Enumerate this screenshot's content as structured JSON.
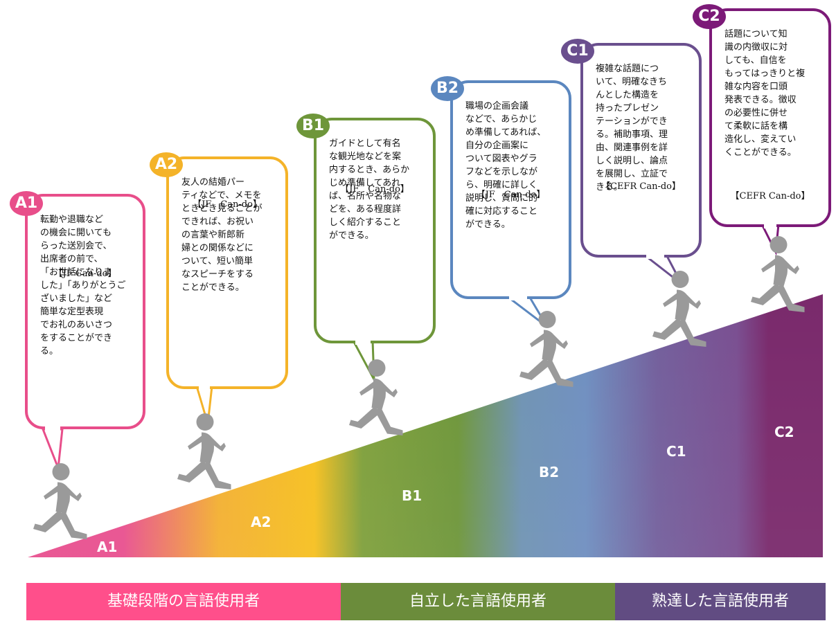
{
  "colors": {
    "A1": "#e84e8a",
    "A2": "#f4b329",
    "B1": "#6e963a",
    "B2": "#5b87bf",
    "C1": "#6a4f8e",
    "C2": "#7c1a78",
    "band_basic": "#ff4f8b",
    "band_independent": "#6b8c3b",
    "band_proficient": "#614c82",
    "runner": "#9a9a9a"
  },
  "levels": [
    {
      "id": "A1",
      "label": "A1",
      "badge": "A1",
      "text": "転勤や退職など\nの機会に開いても\nらった送別会で、\n出席者の前で、\n「お世話になりま\nした」「ありがとうご\nざいました」など\n簡単な定型表現\nでお礼のあいさつ\nをすることができ\nる。",
      "source": "【JF Can-do】"
    },
    {
      "id": "A2",
      "label": "A2",
      "badge": "A2",
      "text": "友人の結婚パー\nティなどで、メモを\nときどき見ることが\nできれば、お祝い\nの言葉や新郎新\n婦との関係などに\nついて、短い簡単\nなスピーチをする\nことができる。",
      "source": "【JF　Can-do】"
    },
    {
      "id": "B1",
      "label": "B1",
      "badge": "B1",
      "text": "ガイドとして有名\nな観光地などを案\n内するとき、あらか\nじめ準備してあれ\nば、名所や名物な\nどを、ある程度詳\nしく紹介すること\nができる。",
      "source": "【JF　Can-do】"
    },
    {
      "id": "B2",
      "label": "B2",
      "badge": "B2",
      "text": "職場の企画会議\nなどで、あらかじ\nめ準備してあれば、\n自分の企画案に\nついて図表やグラ\nフなどを示しなが\nら、明確に詳しく\n説明し、質問に的\n確に対応すること\nができる。",
      "source": "【JF　Can-do】"
    },
    {
      "id": "C1",
      "label": "C1",
      "badge": "C1",
      "text": "複雑な話題につ\nいて、明確なきち\nんとした構造を\n持ったプレゼン\nテーションができ\nる。補助事項、理\n由、関連事例を詳\nしく説明し、論点\nを展開し、立証で\nきる。",
      "source": "【CEFR Can-do】"
    },
    {
      "id": "C2",
      "label": "C2",
      "badge": "C2",
      "text": "話題について知\n識の内徴収に対\nしても、自信を\nもってはっきりと複\n雑な内容を口頭\n発表できる。徴収\nの必要性に併せ\nて柔軟に話を構\n造化し、変えてい\nくことができる。",
      "source": "【CEFR Can-do】"
    }
  ],
  "bands": [
    {
      "id": "basic",
      "label": "基礎段階の言語使用者"
    },
    {
      "id": "independent",
      "label": "自立した言語使用者"
    },
    {
      "id": "proficient",
      "label": "熟達した言語使用者"
    }
  ]
}
